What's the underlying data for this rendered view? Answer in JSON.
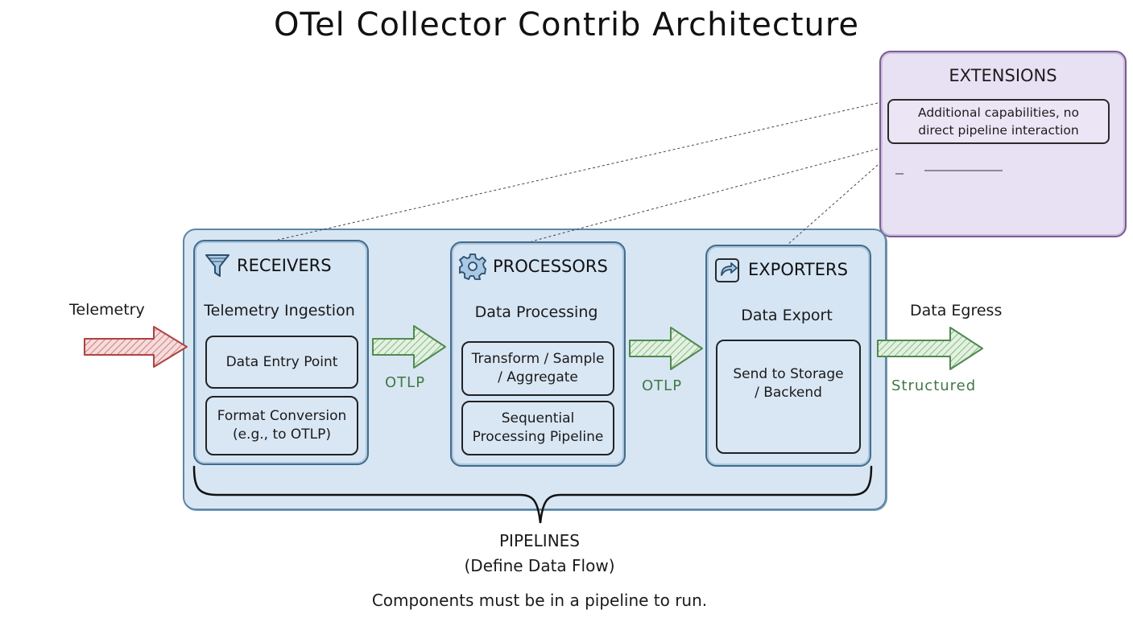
{
  "title": "OTel Collector Contrib Architecture",
  "input": {
    "label": "Telemetry"
  },
  "output": {
    "label": "Data Egress",
    "format": "Structured"
  },
  "links": {
    "receivers_to_processors": "OTLP",
    "processors_to_exporters": "OTLP"
  },
  "receivers": {
    "title": "RECEIVERS",
    "subtitle": "Telemetry Ingestion",
    "icon": "funnel-icon",
    "items": [
      "Data Entry Point",
      "Format Conversion\n(e.g., to OTLP)"
    ]
  },
  "processors": {
    "title": "PROCESSORS",
    "subtitle": "Data Processing",
    "icon": "gear-icon",
    "items": [
      "Transform / Sample\n/ Aggregate",
      "Sequential\nProcessing Pipeline"
    ]
  },
  "exporters": {
    "title": "EXPORTERS",
    "subtitle": "Data Export",
    "icon": "export-arrow-icon",
    "items": [
      "Send to Storage\n/ Backend"
    ]
  },
  "extensions": {
    "title": "EXTENSIONS",
    "description": "Additional capabilities, no\ndirect pipeline interaction"
  },
  "pipelines": {
    "title": "PIPELINES",
    "subtitle": "(Define Data Flow)",
    "note": "Components must be in a pipeline to run."
  },
  "colors": {
    "pipeline_fill": "#d8e6f3",
    "pipeline_border": "#3f6c8f",
    "extension_fill": "#e8e0f3",
    "extension_border": "#7d5a98",
    "input_arrow": "#c0504d",
    "flow_arrow": "#4f8a4f"
  }
}
